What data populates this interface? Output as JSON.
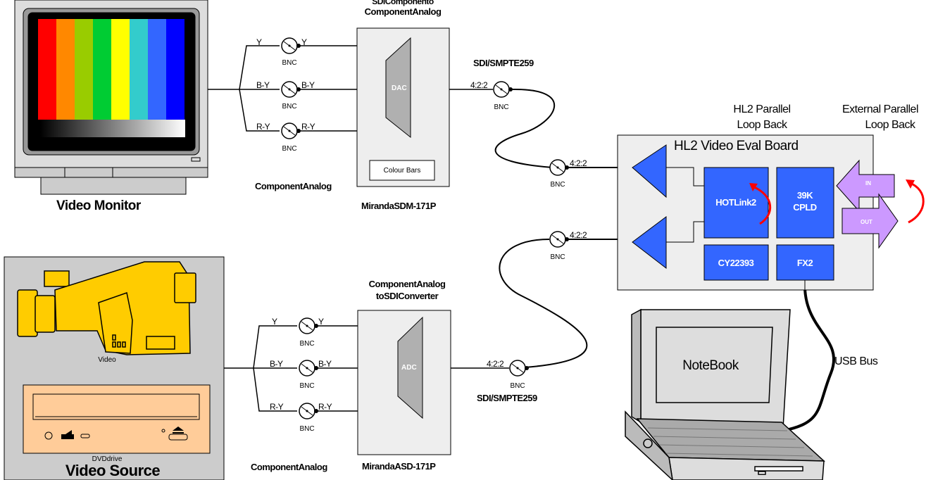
{
  "monitor": {
    "label": "Video Monitor",
    "bar_colors": [
      "#ff0000",
      "#ff8800",
      "#99cc00",
      "#00cc33",
      "#ffff00",
      "#33cccc",
      "#3366ff",
      "#0000ff"
    ]
  },
  "source": {
    "label": "Video Source",
    "camera_label": "Video",
    "dvd_label": "DVDdrive"
  },
  "dac_converter": {
    "title_partial": "SDIComponento",
    "title": "ComponentAnalog",
    "block_label": "DAC",
    "button_label": "Colour Bars",
    "model": "MirandaSDM-171P"
  },
  "adc_converter": {
    "title_line1": "ComponentAnalog",
    "title_line2": "toSDIConverter",
    "block_label": "ADC",
    "model": "MirandaASD-171P"
  },
  "analog_top": {
    "label": "ComponentAnalog",
    "signals": [
      "Y",
      "B-Y",
      "R-Y"
    ]
  },
  "analog_bottom": {
    "label": "ComponentAnalog",
    "signals": [
      "Y",
      "B-Y",
      "R-Y"
    ]
  },
  "connectors": {
    "bnc": "BNC",
    "format": "4:2:2"
  },
  "sdi_top": "SDI/SMPTE259",
  "sdi_bottom": "SDI/SMPTE259",
  "board": {
    "title": "HL2 Video Eval Board",
    "hotlink": "HOTLink2",
    "cpld_line1": "39K",
    "cpld_line2": "CPLD",
    "clock": "CY22393",
    "usb_chip": "FX2",
    "in_label": "IN",
    "out_label": "OUT"
  },
  "loopback_internal": {
    "line1": "HL2 Parallel",
    "line2": "Loop Back"
  },
  "loopback_external": {
    "line1": "External Parallel",
    "line2": "Loop Back"
  },
  "notebook": {
    "label": "NoteBook"
  },
  "usb_bus": "USB Bus",
  "colors": {
    "chip_blue": "#3366ff",
    "board_gray": "#eeeeee",
    "arrow_purple": "#cc99ff",
    "loop_red": "#ff0000",
    "camera_yellow": "#ffcc00",
    "dvd_tan": "#ffcc99"
  }
}
